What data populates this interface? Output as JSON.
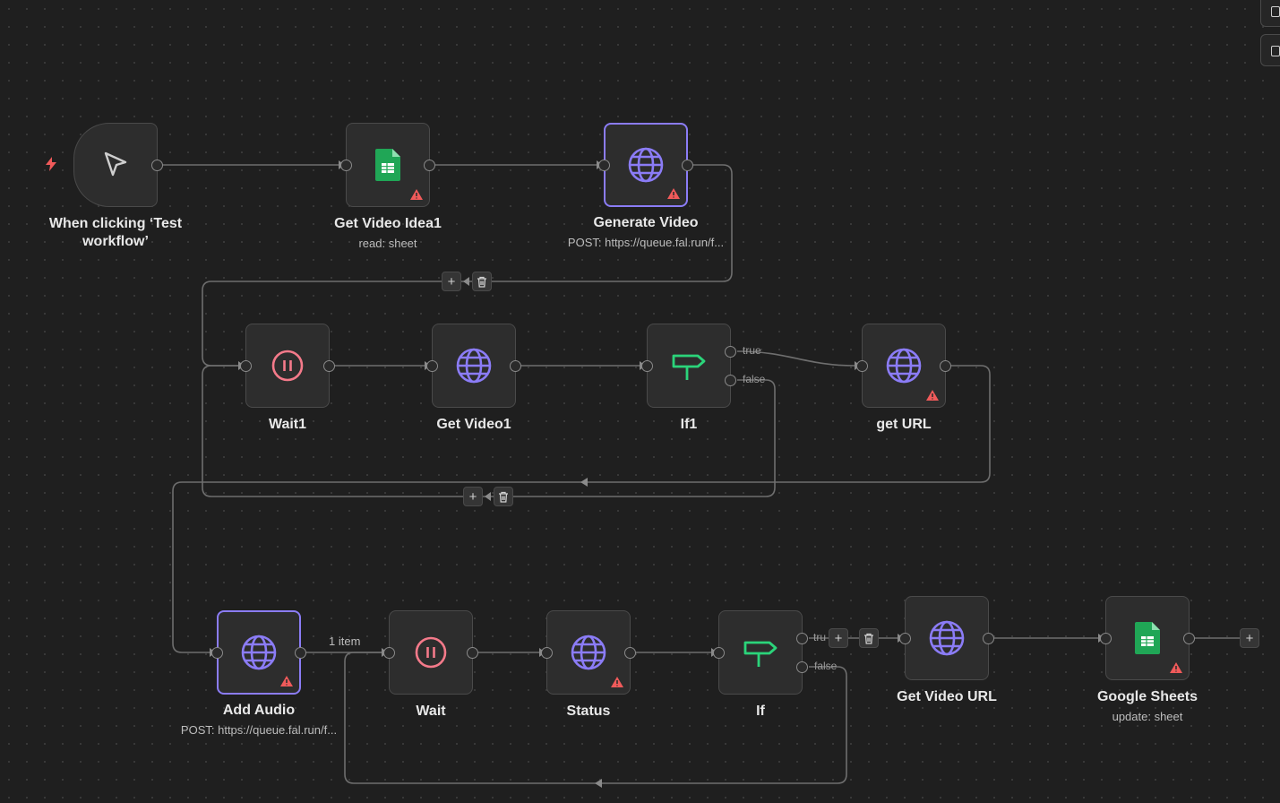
{
  "colors": {
    "canvas_bg": "#1f1f1f",
    "node_bg": "#2d2d2d",
    "selected_border": "#8b7cf6",
    "globe": "#8b7cf6",
    "pause": "#f47a8a",
    "if_icon": "#2bd47a",
    "sheets": "#20a656",
    "warning": "#f05a5a",
    "trigger_bolt": "#f05a5a"
  },
  "nodes": [
    {
      "id": "trigger",
      "label": "When clicking ‘Test workflow’",
      "icon": "cursor-icon"
    },
    {
      "id": "get-video-idea1",
      "label": "Get Video Idea1",
      "sublabel": "read: sheet",
      "icon": "google-sheets-icon",
      "warning": true
    },
    {
      "id": "generate-video",
      "label": "Generate Video",
      "sublabel": "POST: https://queue.fal.run/f...",
      "icon": "globe-icon",
      "warning": true,
      "selected": true
    },
    {
      "id": "wait1",
      "label": "Wait1",
      "icon": "pause-icon"
    },
    {
      "id": "get-video1",
      "label": "Get Video1",
      "icon": "globe-icon"
    },
    {
      "id": "if1",
      "label": "If1",
      "icon": "signpost-icon"
    },
    {
      "id": "get-url",
      "label": "get URL",
      "icon": "globe-icon",
      "warning": true
    },
    {
      "id": "add-audio",
      "label": "Add Audio",
      "sublabel": "POST: https://queue.fal.run/f...",
      "icon": "globe-icon",
      "warning": true,
      "selected": true
    },
    {
      "id": "wait",
      "label": "Wait",
      "icon": "pause-icon"
    },
    {
      "id": "status",
      "label": "Status",
      "icon": "globe-icon",
      "warning": true
    },
    {
      "id": "if",
      "label": "If",
      "icon": "signpost-icon"
    },
    {
      "id": "get-video-url",
      "label": "Get Video URL",
      "icon": "globe-icon"
    },
    {
      "id": "google-sheets",
      "label": "Google Sheets",
      "sublabel": "update: sheet",
      "icon": "google-sheets-icon",
      "warning": true
    }
  ],
  "branches": {
    "true_label": "true",
    "false_label": "false",
    "true_label_truncated": "tru"
  },
  "edge_labels": {
    "add_audio_to_wait": "1 item"
  },
  "edge_controls": {
    "add_symbol": "+",
    "delete_icon": "trash-icon"
  }
}
